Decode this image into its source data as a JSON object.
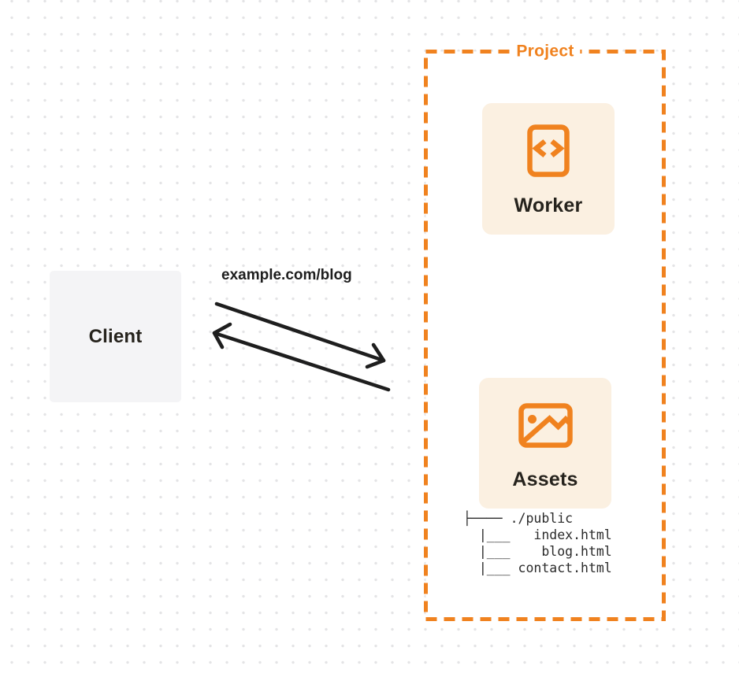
{
  "colors": {
    "accent": "#F0821F",
    "card-cream": "#FBF0E1",
    "card-gray": "#F4F4F6",
    "ink": "#1E1E1E",
    "text-dark": "#26231D",
    "dot": "#E4E4E6",
    "bg": "#FFFFFF"
  },
  "project": {
    "label": "Project",
    "worker": {
      "label": "Worker",
      "icon": "code-document-icon"
    },
    "assets": {
      "label": "Assets",
      "icon": "image-icon",
      "tree": "├──── ./public\n  |___   index.html\n  |___    blog.html\n  |___ contact.html"
    }
  },
  "client": {
    "label": "Client"
  },
  "request": {
    "label": "example.com/blog"
  }
}
